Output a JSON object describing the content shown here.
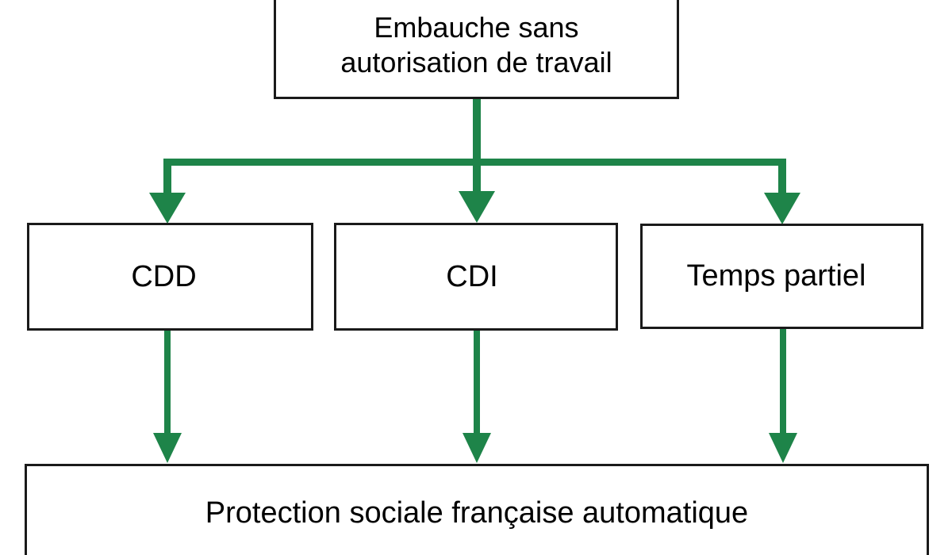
{
  "diagram": {
    "title": "Embauche sans autorisation de travail",
    "language": "fr",
    "orientation": "top-down",
    "background_color": "#ffffff",
    "node_border_color": "#1a1a1a",
    "node_fill_color": "#ffffff",
    "text_color": "#000000",
    "arrow_color": "#1e8449"
  },
  "nodes": {
    "root": {
      "id": "embauche-sans-autorisation",
      "label": "Embauche sans\nautorisation de travail",
      "line1": "Embauche sans",
      "line2": "autorisation de travail"
    },
    "branches": [
      {
        "id": "cdd",
        "label": "CDD"
      },
      {
        "id": "cdi",
        "label": "CDI"
      },
      {
        "id": "temps-partiel",
        "label": "Temps partiel"
      }
    ],
    "outcome": {
      "id": "protection-sociale",
      "label": "Protection sociale française automatique"
    }
  },
  "edges": [
    {
      "from": "embauche-sans-autorisation",
      "to": "cdd",
      "style": "elbow-arrow",
      "color": "#1e8449"
    },
    {
      "from": "embauche-sans-autorisation",
      "to": "cdi",
      "style": "straight-arrow",
      "color": "#1e8449"
    },
    {
      "from": "embauche-sans-autorisation",
      "to": "temps-partiel",
      "style": "elbow-arrow",
      "color": "#1e8449"
    },
    {
      "from": "cdd",
      "to": "protection-sociale",
      "style": "straight-arrow",
      "color": "#1e8449"
    },
    {
      "from": "cdi",
      "to": "protection-sociale",
      "style": "straight-arrow",
      "color": "#1e8449"
    },
    {
      "from": "temps-partiel",
      "to": "protection-sociale",
      "style": "straight-arrow",
      "color": "#1e8449"
    }
  ]
}
